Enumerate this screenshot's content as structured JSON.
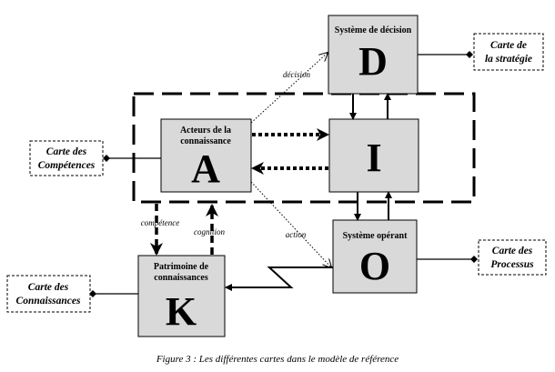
{
  "boxes": {
    "decision": {
      "title": "Système de décision",
      "letter": "D"
    },
    "acteurs": {
      "title_line1": "Acteurs de la",
      "title_line2": "connaissance",
      "letter": "A"
    },
    "information": {
      "letter": "I"
    },
    "operant": {
      "title": "Système opérant",
      "letter": "O"
    },
    "patrimoine": {
      "title_line1": "Patrimoine de",
      "title_line2": "connaissances",
      "letter": "K"
    }
  },
  "maps": {
    "strategie": {
      "line1": "Carte de",
      "line2": "la stratégie"
    },
    "competences": {
      "line1": "Carte des",
      "line2": "Compétences"
    },
    "processus": {
      "line1": "Carte des",
      "line2": "Processus"
    },
    "connaissances": {
      "line1": "Carte des",
      "line2": "Connaissances"
    }
  },
  "flows": {
    "decision": "décision",
    "action": "action",
    "competence": "compétence",
    "cognition": "cognition"
  },
  "caption": "Figure 3 : Les différentes cartes dans le modèle de référence",
  "colors": {
    "box_fill": "#d9d9d9",
    "stroke": "#000000"
  }
}
